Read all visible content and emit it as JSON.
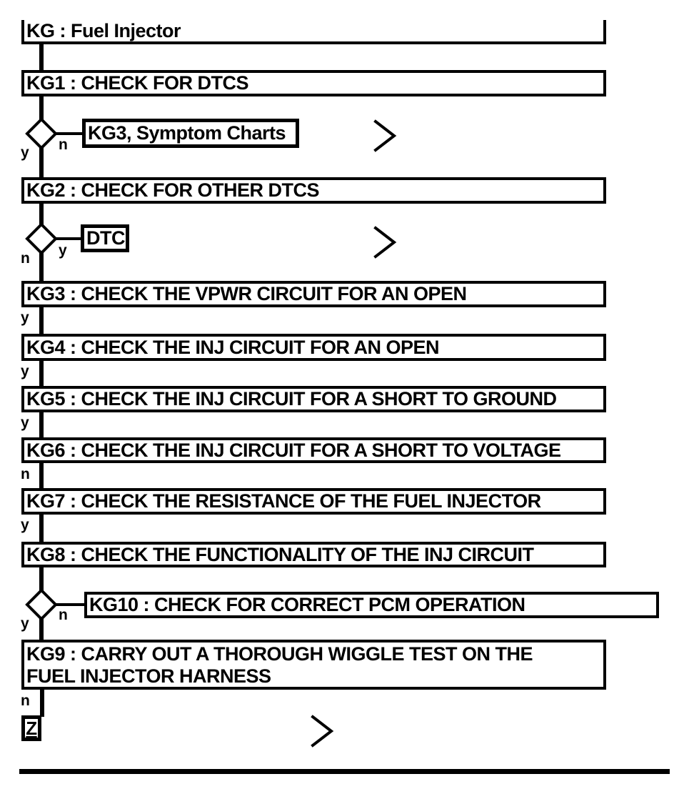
{
  "flowchart": {
    "title": "KG : Fuel Injector",
    "steps": {
      "kg1": "KG1 : CHECK FOR DTCS",
      "kg2": "KG2 : CHECK FOR OTHER DTCS",
      "kg3": "KG3 : CHECK THE VPWR CIRCUIT FOR AN OPEN",
      "kg4": "KG4 : CHECK THE INJ CIRCUIT FOR AN OPEN",
      "kg5": "KG5 : CHECK THE INJ CIRCUIT FOR A SHORT TO GROUND",
      "kg6": "KG6 : CHECK THE INJ CIRCUIT FOR A SHORT TO VOLTAGE",
      "kg7": "KG7 : CHECK THE RESISTANCE OF THE FUEL INJECTOR",
      "kg8": "KG8 : CHECK THE FUNCTIONALITY OF THE INJ CIRCUIT",
      "kg9_lines": [
        "KG9 : CARRY OUT A THOROUGH WIGGLE TEST ON THE",
        "FUEL INJECTOR HARNESS"
      ],
      "kg10": "KG10 : CHECK FOR CORRECT PCM OPERATION"
    },
    "callouts": {
      "symptom": "KG3, Symptom Charts",
      "dtc": "DTC",
      "terminal": "Z"
    },
    "branch_labels": {
      "kg1_yes": "y",
      "kg1_no": "n",
      "kg2_no": "n",
      "kg2_yes": "y",
      "kg3_yes": "y",
      "kg4_yes": "y",
      "kg5_yes": "y",
      "kg6_no": "n",
      "kg7_yes": "y",
      "kg8_yes": "y",
      "kg8_no": "n",
      "kg9_no": "n"
    },
    "colors": {
      "line": "#000000",
      "background": "#ffffff"
    }
  }
}
